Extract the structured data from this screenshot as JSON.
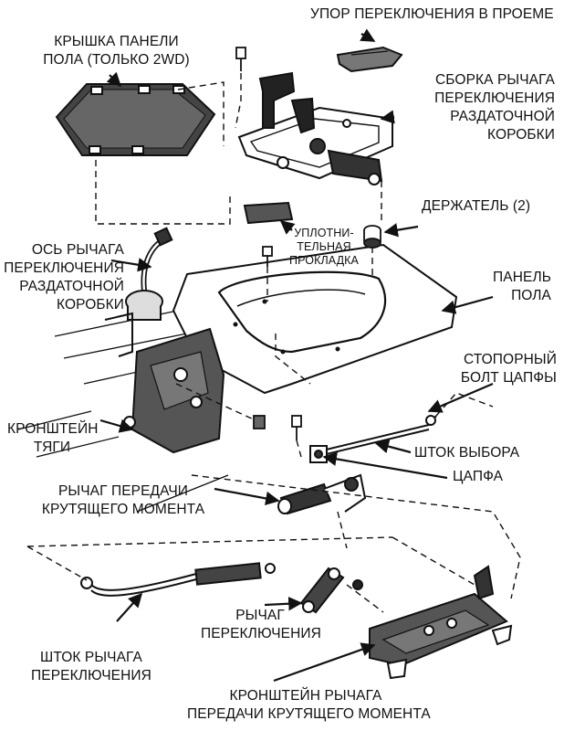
{
  "labels": {
    "stop": [
      "УПОР ПЕРЕКЛЮЧЕНИЯ В ПРОЕМЕ"
    ],
    "floor_cover": [
      "КРЫШКА ПАНЕЛИ",
      "ПОЛА (ТОЛЬКО 2WD)"
    ],
    "shift_lever_assy": [
      "СБОРКА РЫЧАГА",
      "ПЕРЕКЛЮЧЕНИЯ",
      "РАЗДАТОЧНОЙ",
      "КОРОБКИ"
    ],
    "retainer": [
      "ДЕРЖАТЕЛЬ (2)"
    ],
    "seal": [
      "УПЛОТНИ-",
      "ТЕЛЬНАЯ",
      "ПРОКЛАДКА"
    ],
    "lever_axis": [
      "ОСЬ РЫЧАГА",
      "ПЕРЕКЛЮЧЕНИЯ",
      "РАЗДАТОЧНОЙ",
      "КОРОБКИ"
    ],
    "floor_pan": [
      "ПАНЕЛЬ",
      "ПОЛА"
    ],
    "pivot_bolt": [
      "СТОПОРНЫЙ",
      "БОЛТ ЦАПФЫ"
    ],
    "link_bracket": [
      "КРОНШТЕЙН",
      "ТЯГИ"
    ],
    "select_rod": [
      "ШТОК ВЫБОРА"
    ],
    "trunnion": [
      "ЦАПФА"
    ],
    "torque_lever": [
      "РЫЧАГ ПЕРЕДАЧИ",
      "КРУТЯЩЕГО МОМЕНТА"
    ],
    "shift_lever": [
      "РЫЧАГ",
      "ПЕРЕКЛЮЧЕНИЯ"
    ],
    "shift_rod": [
      "ШТОК РЫЧАГА",
      "ПЕРЕКЛЮЧЕНИЯ"
    ],
    "torque_bracket": [
      "КРОНШТЕЙН РЫЧАГА",
      "ПЕРЕДАЧИ КРУТЯЩЕГО МОМЕНТА"
    ]
  }
}
